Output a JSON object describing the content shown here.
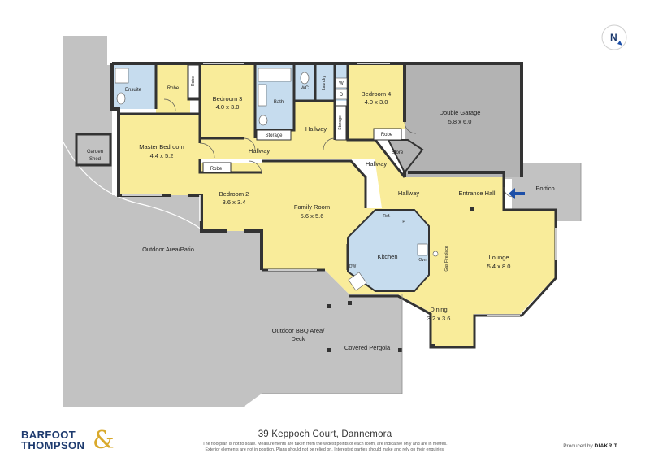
{
  "colors": {
    "living": "#f9ec9a",
    "wet": "#c6dcee",
    "garage": "#b3b3b3",
    "outdoor": "#c2c2c2",
    "wall": "#333333",
    "accent": "#1d4fa8",
    "brand_navy": "#1d3a6e",
    "brand_gold": "#d9a92b"
  },
  "compass": {
    "label": "N"
  },
  "rooms": {
    "ensuite": "Ensuite",
    "robe_master": "Robe",
    "robe_bed3": "Robe",
    "bedroom3": {
      "name": "Bedroom 3",
      "dims": "4.0 x 3.0"
    },
    "bath": "Bath",
    "wc": "WC",
    "laundry": "Laundry",
    "w": "W",
    "d": "D",
    "bedroom4": {
      "name": "Bedroom 4",
      "dims": "4.0 x 3.0"
    },
    "garage": {
      "name": "Double Garage",
      "dims": "5.8 x 6.0"
    },
    "storage1": "Storage",
    "storage2": "Storage",
    "robe_bed4": "Robe",
    "hallway_mid": "Hallway",
    "hallway_left": "Hallway",
    "hallway_right": "Hallway",
    "hallway_lower": "Hallway",
    "store": "Store",
    "master": {
      "name": "Master Bedroom",
      "dims": "4.4 x 5.2"
    },
    "garden_shed": {
      "line1": "Garden",
      "line2": "Shed"
    },
    "robe_bed2": "Robe",
    "bedroom2": {
      "name": "Bedroom 2",
      "dims": "3.6 x 3.4"
    },
    "family": {
      "name": "Family Room",
      "dims": "5.6 x 5.6"
    },
    "entrance": "Entrance Hall",
    "portico": "Portico",
    "ref": "Ref.",
    "p": "P",
    "dw": "DW",
    "ovn": "Ovn",
    "kitchen": "Kitchen",
    "fireplace": "Gas Fireplace",
    "lounge": {
      "name": "Lounge",
      "dims": "5.4 x 8.0"
    },
    "dining": {
      "name": "Dining",
      "dims": "3.2 x 3.6"
    },
    "outdoor_patio": "Outdoor Area/Patio",
    "bbq": {
      "line1": "Outdoor BBQ Area/",
      "line2": "Deck"
    },
    "pergola": "Covered Pergola"
  },
  "footer": {
    "address": "39 Keppoch Court, Dannemora",
    "disclaimer_1": "The floorplan is not to scale. Measurements are taken from the widest points of each room, are indicative only and are in metres.",
    "disclaimer_2": "Exterior elements are not in position. Plans should not be relied on. Interested parties should make and rely on their enquiries.",
    "brand_line1": "BARFOOT",
    "brand_line2": "THOMPSON",
    "brand_amp": "&",
    "produced_by": "Produced by",
    "producer": "DIAKRIT"
  }
}
